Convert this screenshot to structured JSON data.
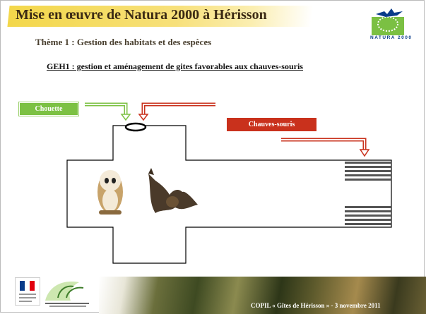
{
  "header": {
    "title": "Mise en œuvre de Natura 2000 à Hérisson",
    "theme": "Thème 1 : Gestion des habitats et des espèces",
    "logo_text": "NATURA 2000"
  },
  "section": {
    "subtitle": "GEH1 : gestion et aménagement de gites favorables aux chauves-souris"
  },
  "diagram": {
    "labels": {
      "owl": "Chouette",
      "bats": "Chauves-souris"
    },
    "colors": {
      "owl_arrow": "#7cc143",
      "bat_arrow": "#c9311c"
    },
    "icons": [
      "owl-photo",
      "bat-photo"
    ]
  },
  "footer": {
    "text": "COPIL « Gîtes de Hérisson » - 3 novembre 2011"
  }
}
